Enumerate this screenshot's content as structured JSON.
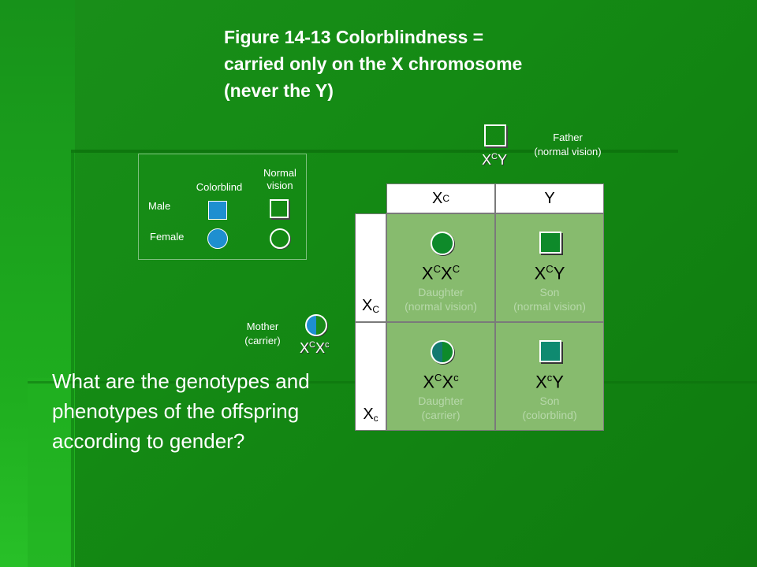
{
  "title": {
    "line1": "Figure 14-13 Colorblindness =",
    "line2": "carried only on the X chromosome",
    "line3": "(never the Y)"
  },
  "legend": {
    "col_colorblind": "Colorblind",
    "col_normal_line1": "Normal",
    "col_normal_line2": "vision",
    "row_male": "Male",
    "row_female": "Female",
    "colors": {
      "colorblind": "#1e8fd0",
      "normal": "#ffffff"
    }
  },
  "father": {
    "genotype_base1": "X",
    "genotype_sup": "C",
    "genotype_base2": "Y",
    "label_line1": "Father",
    "label_line2": "(normal vision)"
  },
  "mother": {
    "genotype_base1": "X",
    "genotype_sup1": "C",
    "genotype_base2": "X",
    "genotype_sup2": "c",
    "label_line1": "Mother",
    "label_line2": "(carrier)"
  },
  "punnett": {
    "col_headers": [
      {
        "base": "X",
        "sup": "C"
      },
      {
        "base": "Y",
        "sup": ""
      }
    ],
    "row_headers": [
      {
        "base": "X",
        "sup": "C"
      },
      {
        "base": "X",
        "sup": "c"
      }
    ],
    "cells": [
      {
        "g1": "X",
        "s1": "C",
        "g2": "X",
        "s2": "C",
        "label1": "Daughter",
        "label2": "(normal vision)"
      },
      {
        "g1": "X",
        "s1": "C",
        "g2": "Y",
        "s2": "",
        "label1": "Son",
        "label2": "(normal vision)"
      },
      {
        "g1": "X",
        "s1": "C",
        "g2": "X",
        "s2": "c",
        "label1": "Daughter",
        "label2": "(carrier)"
      },
      {
        "g1": "X",
        "s1": "c",
        "g2": "Y",
        "s2": "",
        "label1": "Son",
        "label2": "(colorblind)"
      }
    ]
  },
  "question": "What are the genotypes and phenotypes of the offspring according to gender?"
}
